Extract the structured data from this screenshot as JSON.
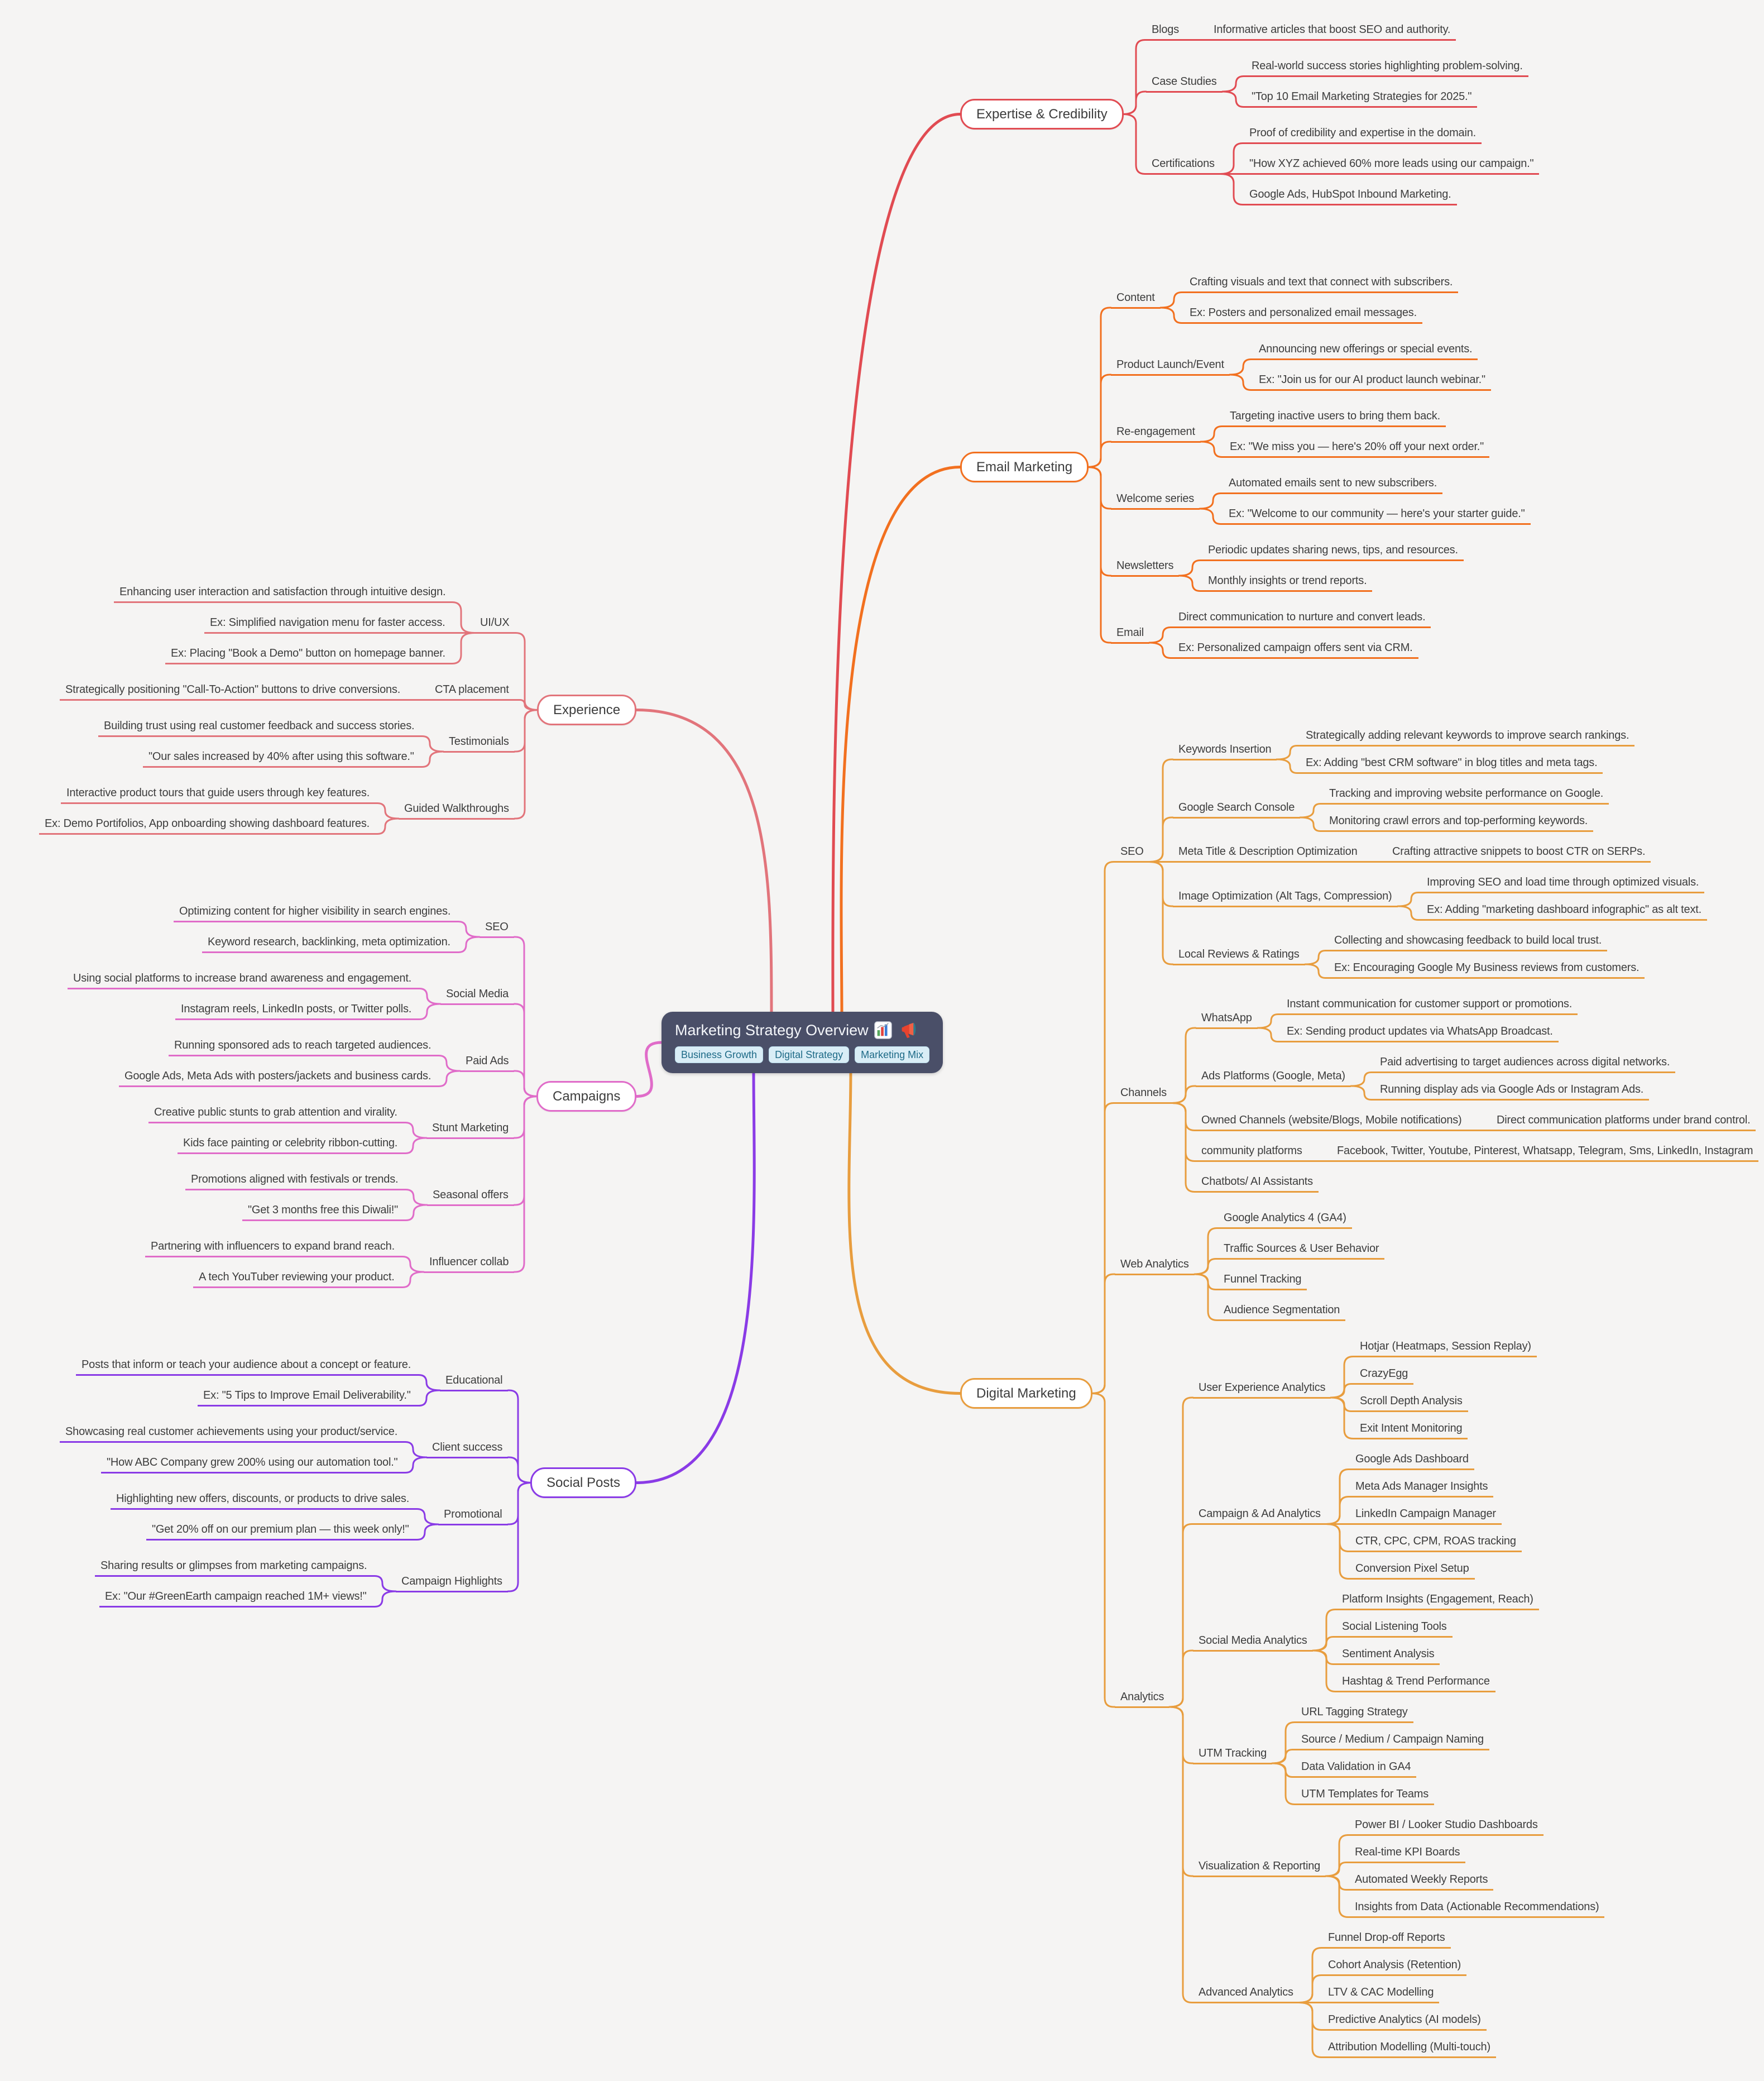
{
  "root": {
    "label": "Marketing Strategy Overview",
    "icons": [
      "bar-chart-icon",
      "megaphone-icon"
    ],
    "tags": [
      "Business Growth",
      "Digital Strategy",
      "Marketing Mix"
    ]
  },
  "colors": {
    "background": "#f5f4f3",
    "root_fill": "#4a4f68",
    "root_text": "#f4f6fa",
    "tag_bg": "#d9edf6",
    "tag_text": "#1d6a87",
    "topic_text": "#3d3d3d"
  },
  "branches": [
    {
      "label": "Expertise & Credibility",
      "side": "right",
      "color": "#e14b52",
      "children": [
        {
          "label": "Blogs",
          "children": [
            {
              "label": "Informative articles that boost SEO and authority."
            }
          ]
        },
        {
          "label": "Case Studies",
          "children": [
            {
              "label": "Real-world success stories highlighting problem-solving."
            },
            {
              "label": "\"Top 10 Email Marketing Strategies for 2025.\""
            }
          ]
        },
        {
          "label": "Certifications",
          "children": [
            {
              "label": "Proof of credibility and expertise in the domain."
            },
            {
              "label": "\"How XYZ achieved 60% more leads using our campaign.\""
            },
            {
              "label": "Google Ads, HubSpot Inbound Marketing."
            }
          ]
        }
      ]
    },
    {
      "label": "Email Marketing",
      "side": "right",
      "color": "#f2701f",
      "children": [
        {
          "label": "Content",
          "children": [
            {
              "label": "Crafting visuals and text that connect with subscribers."
            },
            {
              "label": "Ex: Posters and personalized email messages."
            }
          ]
        },
        {
          "label": "Product Launch/Event",
          "children": [
            {
              "label": "Announcing new offerings or special events."
            },
            {
              "label": "Ex: \"Join us for our AI product launch webinar.\""
            }
          ]
        },
        {
          "label": "Re-engagement",
          "children": [
            {
              "label": "Targeting inactive users to bring them back."
            },
            {
              "label": "Ex: \"We miss you — here's 20% off your next order.\""
            }
          ]
        },
        {
          "label": "Welcome series",
          "children": [
            {
              "label": "Automated emails sent to new subscribers."
            },
            {
              "label": "Ex: \"Welcome to our community — here's your starter guide.\""
            }
          ]
        },
        {
          "label": "Newsletters",
          "children": [
            {
              "label": "Periodic updates sharing news, tips, and resources."
            },
            {
              "label": "Monthly insights or trend reports."
            }
          ]
        },
        {
          "label": "Email",
          "children": [
            {
              "label": "Direct communication to nurture and convert leads."
            },
            {
              "label": "Ex: Personalized campaign offers sent via CRM."
            }
          ]
        }
      ]
    },
    {
      "label": "Experience",
      "side": "left",
      "color": "#e2747b",
      "children": [
        {
          "label": "UI/UX",
          "children": [
            {
              "label": "Enhancing user interaction and satisfaction through intuitive design."
            },
            {
              "label": "Ex: Simplified navigation menu for faster access."
            },
            {
              "label": "Ex: Placing \"Book a Demo\" button on homepage banner."
            }
          ]
        },
        {
          "label": "CTA placement",
          "children": [
            {
              "label": "Strategically positioning \"Call-To-Action\" buttons to drive conversions."
            }
          ]
        },
        {
          "label": "Testimonials",
          "children": [
            {
              "label": "Building trust using real customer feedback and success stories."
            },
            {
              "label": "\"Our sales increased by 40% after using this software.\""
            }
          ]
        },
        {
          "label": "Guided Walkthroughs",
          "children": [
            {
              "label": "Interactive product tours that guide users through key features."
            },
            {
              "label": "Ex: Demo Portifolios, App onboarding showing dashboard features."
            }
          ]
        }
      ]
    },
    {
      "label": "Campaigns",
      "side": "left",
      "color": "#e06cc9",
      "children": [
        {
          "label": "SEO",
          "children": [
            {
              "label": "Optimizing content for higher visibility in search engines."
            },
            {
              "label": "Keyword research, backlinking, meta optimization."
            }
          ]
        },
        {
          "label": "Social Media",
          "children": [
            {
              "label": "Using social platforms to increase brand awareness and engagement."
            },
            {
              "label": "Instagram reels, LinkedIn posts, or Twitter polls."
            }
          ]
        },
        {
          "label": "Paid Ads",
          "children": [
            {
              "label": "Running sponsored ads to reach targeted audiences."
            },
            {
              "label": "Google Ads, Meta Ads with posters/jackets and business cards."
            }
          ]
        },
        {
          "label": "Stunt Marketing",
          "children": [
            {
              "label": "Creative public stunts to grab attention and virality."
            },
            {
              "label": "Kids face painting or celebrity ribbon-cutting."
            }
          ]
        },
        {
          "label": "Seasonal offers",
          "children": [
            {
              "label": "Promotions aligned with festivals or trends."
            },
            {
              "label": "\"Get 3 months free this Diwali!\""
            }
          ]
        },
        {
          "label": "Influencer collab",
          "children": [
            {
              "label": "Partnering with influencers to expand brand reach."
            },
            {
              "label": "A tech YouTuber reviewing your product."
            }
          ]
        }
      ]
    },
    {
      "label": "Social Posts",
      "side": "left",
      "color": "#8a3be6",
      "children": [
        {
          "label": "Educational",
          "children": [
            {
              "label": "Posts that inform or teach your audience about a concept or feature."
            },
            {
              "label": "Ex: \"5 Tips to Improve Email Deliverability.\""
            }
          ]
        },
        {
          "label": "Client success",
          "children": [
            {
              "label": "Showcasing real customer achievements using your product/service."
            },
            {
              "label": "\"How ABC Company grew 200% using our automation tool.\""
            }
          ]
        },
        {
          "label": "Promotional",
          "children": [
            {
              "label": "Highlighting new offers, discounts, or products to drive sales."
            },
            {
              "label": "\"Get 20% off on our premium plan — this week only!\""
            }
          ]
        },
        {
          "label": "Campaign Highlights",
          "children": [
            {
              "label": "Sharing results or glimpses from marketing campaigns."
            },
            {
              "label": "Ex: \"Our #GreenEarth campaign reached 1M+ views!\""
            }
          ]
        }
      ]
    },
    {
      "label": "Digital Marketing",
      "side": "right",
      "color": "#e89d3e",
      "children": [
        {
          "label": "SEO",
          "children": [
            {
              "label": "Keywords Insertion",
              "children": [
                {
                  "label": "Strategically adding relevant keywords to improve search rankings."
                },
                {
                  "label": "Ex: Adding \"best CRM software\" in blog titles and meta tags."
                }
              ]
            },
            {
              "label": "Google Search Console",
              "children": [
                {
                  "label": "Tracking and improving website performance on Google."
                },
                {
                  "label": "Monitoring crawl errors and top-performing keywords."
                }
              ]
            },
            {
              "label": "Meta Title & Description Optimization",
              "children": [
                {
                  "label": "Crafting attractive snippets to boost CTR on SERPs."
                }
              ]
            },
            {
              "label": "Image Optimization (Alt Tags, Compression)",
              "children": [
                {
                  "label": "Improving SEO and load time through optimized visuals."
                },
                {
                  "label": "Ex: Adding \"marketing dashboard infographic\" as alt text."
                }
              ]
            },
            {
              "label": "Local Reviews & Ratings",
              "children": [
                {
                  "label": "Collecting and showcasing feedback to build local trust."
                },
                {
                  "label": "Ex: Encouraging Google My Business reviews from customers."
                }
              ]
            }
          ]
        },
        {
          "label": "Channels",
          "children": [
            {
              "label": "WhatsApp",
              "children": [
                {
                  "label": "Instant communication for customer support or promotions."
                },
                {
                  "label": "Ex: Sending product updates via WhatsApp Broadcast."
                }
              ]
            },
            {
              "label": "Ads Platforms (Google, Meta)",
              "children": [
                {
                  "label": "Paid advertising to target audiences across digital networks."
                },
                {
                  "label": "Running display ads via Google Ads or Instagram Ads."
                }
              ]
            },
            {
              "label": "Owned Channels (website/Blogs, Mobile notifications)",
              "children": [
                {
                  "label": "Direct communication platforms under brand control."
                }
              ]
            },
            {
              "label": "community platforms",
              "children": [
                {
                  "label": "Facebook, Twitter, Youtube, Pinterest, Whatsapp, Telegram, Sms, LinkedIn, Instagram"
                }
              ]
            },
            {
              "label": "Chatbots/ AI Assistants"
            }
          ]
        },
        {
          "label": "Web Analytics",
          "children": [
            {
              "label": "Google Analytics 4 (GA4)"
            },
            {
              "label": "Traffic Sources & User Behavior"
            },
            {
              "label": "Funnel Tracking"
            },
            {
              "label": "Audience Segmentation"
            }
          ]
        },
        {
          "label": "Analytics",
          "children": [
            {
              "label": "User Experience Analytics",
              "children": [
                {
                  "label": "Hotjar (Heatmaps, Session Replay)"
                },
                {
                  "label": "CrazyEgg"
                },
                {
                  "label": "Scroll Depth Analysis"
                },
                {
                  "label": "Exit Intent Monitoring"
                }
              ]
            },
            {
              "label": "Campaign & Ad Analytics",
              "children": [
                {
                  "label": "Google Ads Dashboard"
                },
                {
                  "label": "Meta Ads Manager Insights"
                },
                {
                  "label": "LinkedIn Campaign Manager"
                },
                {
                  "label": "CTR, CPC, CPM, ROAS tracking"
                },
                {
                  "label": "Conversion Pixel Setup"
                }
              ]
            },
            {
              "label": "Social Media Analytics",
              "children": [
                {
                  "label": "Platform Insights (Engagement, Reach)"
                },
                {
                  "label": "Social Listening Tools"
                },
                {
                  "label": "Sentiment Analysis"
                },
                {
                  "label": "Hashtag & Trend Performance"
                }
              ]
            },
            {
              "label": "UTM Tracking",
              "children": [
                {
                  "label": "URL Tagging Strategy"
                },
                {
                  "label": "Source / Medium / Campaign Naming"
                },
                {
                  "label": "Data Validation in GA4"
                },
                {
                  "label": "UTM Templates for Teams"
                }
              ]
            },
            {
              "label": "Visualization & Reporting",
              "children": [
                {
                  "label": "Power BI / Looker Studio Dashboards"
                },
                {
                  "label": "Real-time KPI Boards"
                },
                {
                  "label": "Automated Weekly Reports"
                },
                {
                  "label": "Insights from Data (Actionable Recommendations)"
                }
              ]
            },
            {
              "label": "Advanced Analytics",
              "children": [
                {
                  "label": "Funnel Drop-off Reports"
                },
                {
                  "label": "Cohort Analysis (Retention)"
                },
                {
                  "label": "LTV & CAC Modelling"
                },
                {
                  "label": "Predictive Analytics (AI models)"
                },
                {
                  "label": "Attribution Modelling (Multi-touch)"
                }
              ]
            }
          ]
        }
      ]
    }
  ]
}
